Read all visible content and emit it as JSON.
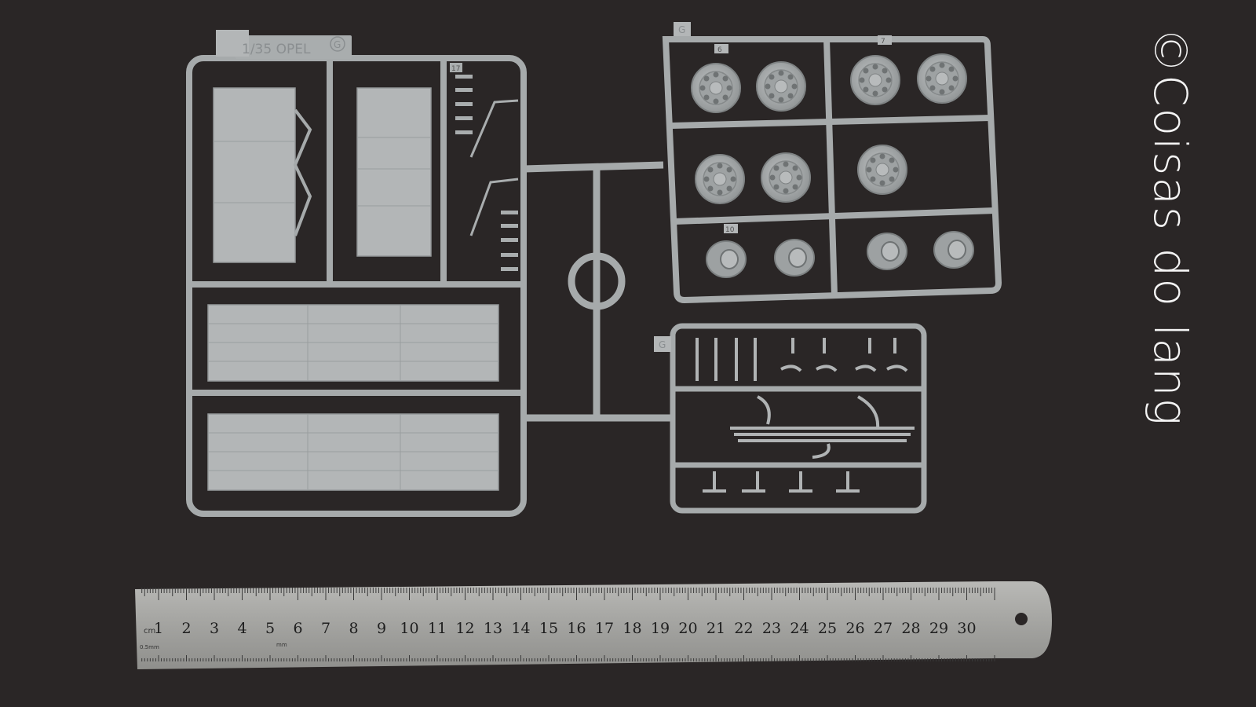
{
  "watermark": "©Coisas do lang",
  "sprue": {
    "header_text": "1/35 OPEL",
    "sprue_letter": "G",
    "tag_numbers": [
      "17",
      "6",
      "7",
      "10"
    ]
  },
  "ruler": {
    "unit_label": "cm",
    "sub_label": "0.5mm",
    "mm_label": "mm",
    "numbers": [
      "1",
      "2",
      "3",
      "4",
      "5",
      "6",
      "7",
      "8",
      "9",
      "10",
      "11",
      "12",
      "13",
      "14",
      "15",
      "16",
      "17",
      "18",
      "19",
      "20",
      "21",
      "22",
      "23",
      "24",
      "25",
      "26",
      "27",
      "28",
      "29",
      "30"
    ]
  },
  "colors": {
    "background": "#2a2626",
    "plastic": "#a9adae",
    "ruler": "#a8a8a6"
  }
}
